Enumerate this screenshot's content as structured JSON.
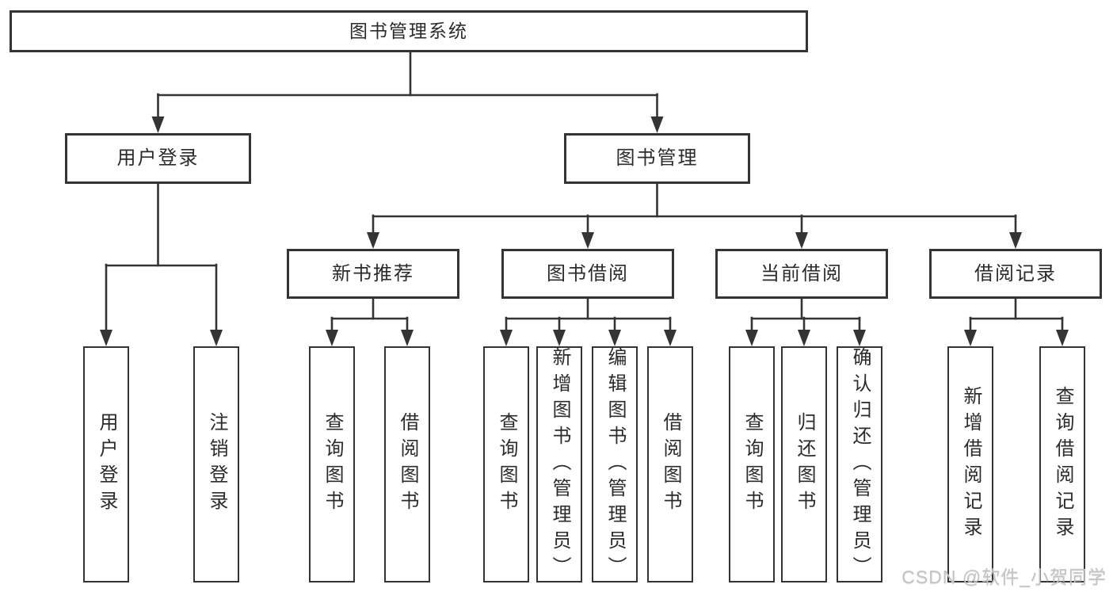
{
  "tree": {
    "root": {
      "label": "图书管理系统"
    },
    "branches": [
      {
        "label": "用户登录",
        "children": [
          {
            "label": "用户登录"
          },
          {
            "label": "注销登录"
          }
        ]
      },
      {
        "label": "图书管理",
        "children": [
          {
            "label": "新书推荐",
            "children": [
              {
                "label": "查询图书"
              },
              {
                "label": "借阅图书"
              }
            ]
          },
          {
            "label": "图书借阅",
            "children": [
              {
                "label": "查询图书"
              },
              {
                "label": "新增图书（管理员）"
              },
              {
                "label": "编辑图书（管理员）"
              },
              {
                "label": "借阅图书"
              }
            ]
          },
          {
            "label": "当前借阅",
            "children": [
              {
                "label": "查询图书"
              },
              {
                "label": "归还图书"
              },
              {
                "label": "确认归还（管理员）"
              }
            ]
          },
          {
            "label": "借阅记录",
            "children": [
              {
                "label": "新增借阅记录"
              },
              {
                "label": "查询借阅记录"
              }
            ]
          }
        ]
      }
    ]
  },
  "watermark": {
    "text": "CSDN @软件_小贺同学"
  },
  "colors": {
    "line": "#343434",
    "box_border": "#343434",
    "box_fill": "#ffffff",
    "text": "#2b2b2b",
    "background": "#ffffff",
    "watermark": "#c3c3c3"
  }
}
